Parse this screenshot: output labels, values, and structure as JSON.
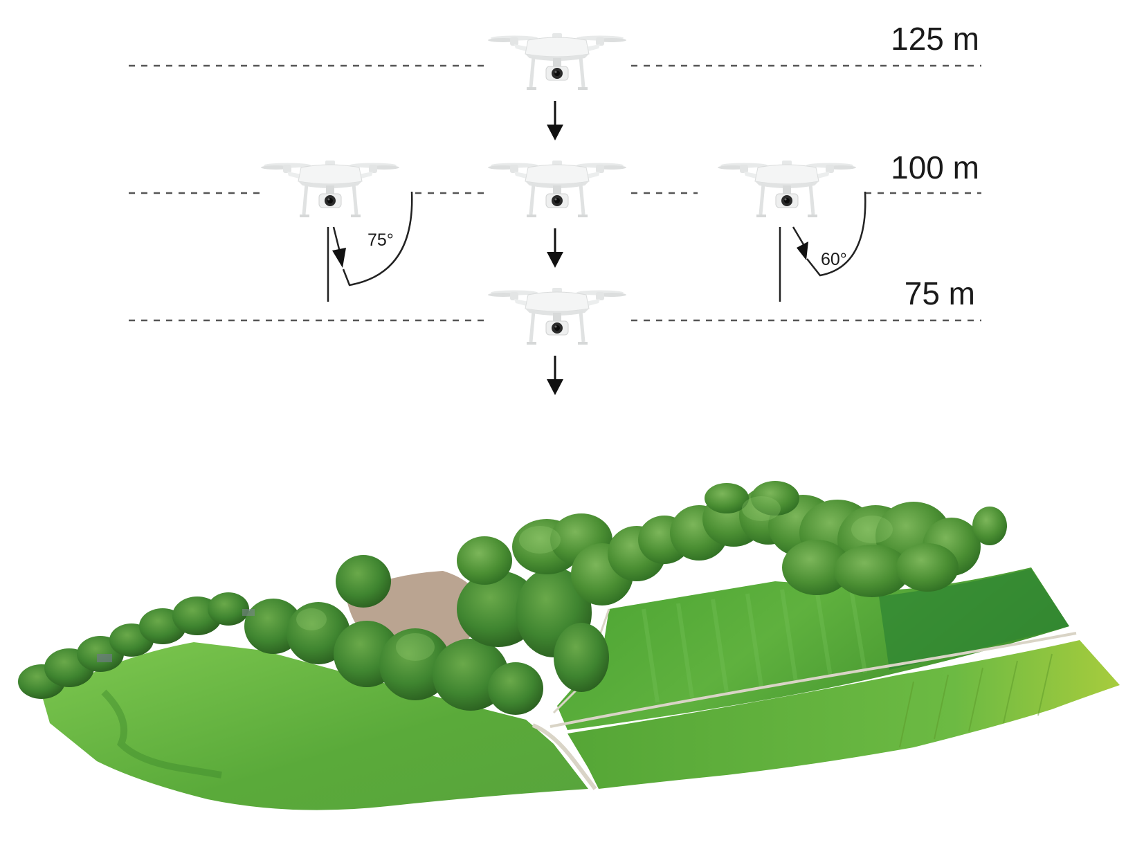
{
  "altitudes": [
    {
      "label": "125 m"
    },
    {
      "label": "100 m"
    },
    {
      "label": "75 m"
    }
  ],
  "angles": [
    {
      "label": "75°"
    },
    {
      "label": "60°"
    }
  ],
  "colors": {
    "drone_body": "#f3f4f4",
    "drone_shadow": "#d6d8d8",
    "camera": "#2a2a2a",
    "arrow": "#111111",
    "dashed_line": "#555555",
    "field_light": "#7ec850",
    "field_mid": "#5aaa3a",
    "field_dark": "#3f8f2c",
    "trees_dark": "#2f6e23",
    "trees_mid": "#4b8f33",
    "bare_soil": "#b29a85",
    "path": "#d9d4c6"
  },
  "icons": [
    "drone-icon",
    "down-arrow-icon",
    "angle-arc-icon"
  ]
}
